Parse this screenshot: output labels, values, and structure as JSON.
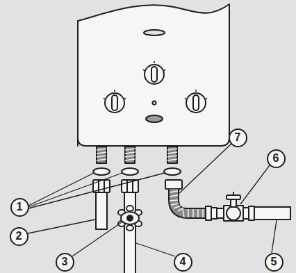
{
  "diagram": {
    "nodes": [
      {
        "text": [
          "7"
        ]
      },
      {
        "text": [
          "6"
        ]
      },
      {
        "text": [
          "1"
        ]
      },
      {
        "text": [
          "2"
        ]
      },
      {
        "text": [
          "3"
        ]
      },
      {
        "text": [
          "4"
        ]
      },
      {
        "text": [
          "5"
        ]
      }
    ]
  }
}
